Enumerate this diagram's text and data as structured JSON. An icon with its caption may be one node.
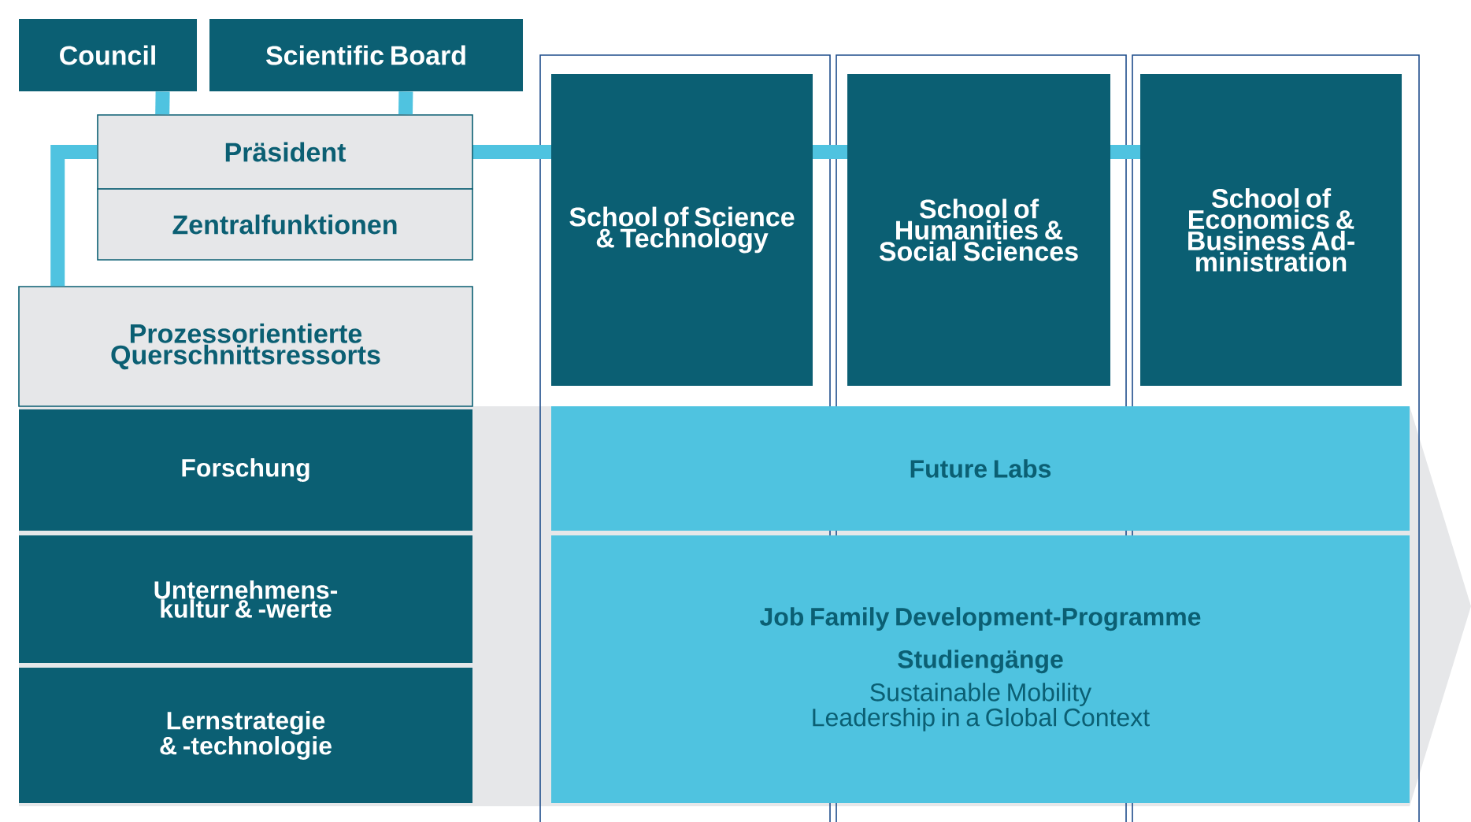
{
  "diagram": {
    "nodes": [
      {
        "text": [
          "Council"
        ]
      },
      {
        "text": [
          "Scientific Board"
        ]
      },
      {
        "text": [
          "Präsident"
        ]
      },
      {
        "text": [
          "Zentralfunktionen"
        ]
      },
      {
        "text": [
          "Prozessorientierte Querschnittsressorts"
        ]
      },
      {
        "text": [
          "Forschung"
        ]
      },
      {
        "text": [
          "Unternehmens-kultur & -werte"
        ]
      },
      {
        "text": [
          "Lernstrategie & -technologie"
        ]
      },
      {
        "text": [
          "School of Science & Technology"
        ]
      },
      {
        "text": [
          "School of Humanities & Social Sciences"
        ]
      },
      {
        "text": [
          "School of Economics & Business Ad-ministration"
        ]
      },
      {
        "text": [
          "Future Labs"
        ]
      },
      {
        "text": [
          "Job Family Development-Programme",
          "Studiengänge",
          "Sustainable Mobility",
          "Leadership in a Global Context"
        ]
      }
    ],
    "edges": [
      {
        "from": 0,
        "to": 2,
        "arrow": "none"
      },
      {
        "from": 1,
        "to": 2,
        "arrow": "none"
      },
      {
        "from": 2,
        "to": 4,
        "arrow": "none"
      },
      {
        "from": 2,
        "to": 8,
        "arrow": "none"
      },
      {
        "from": 2,
        "to": 9,
        "arrow": "none"
      },
      {
        "from": 2,
        "to": 10,
        "arrow": "none"
      }
    ]
  }
}
